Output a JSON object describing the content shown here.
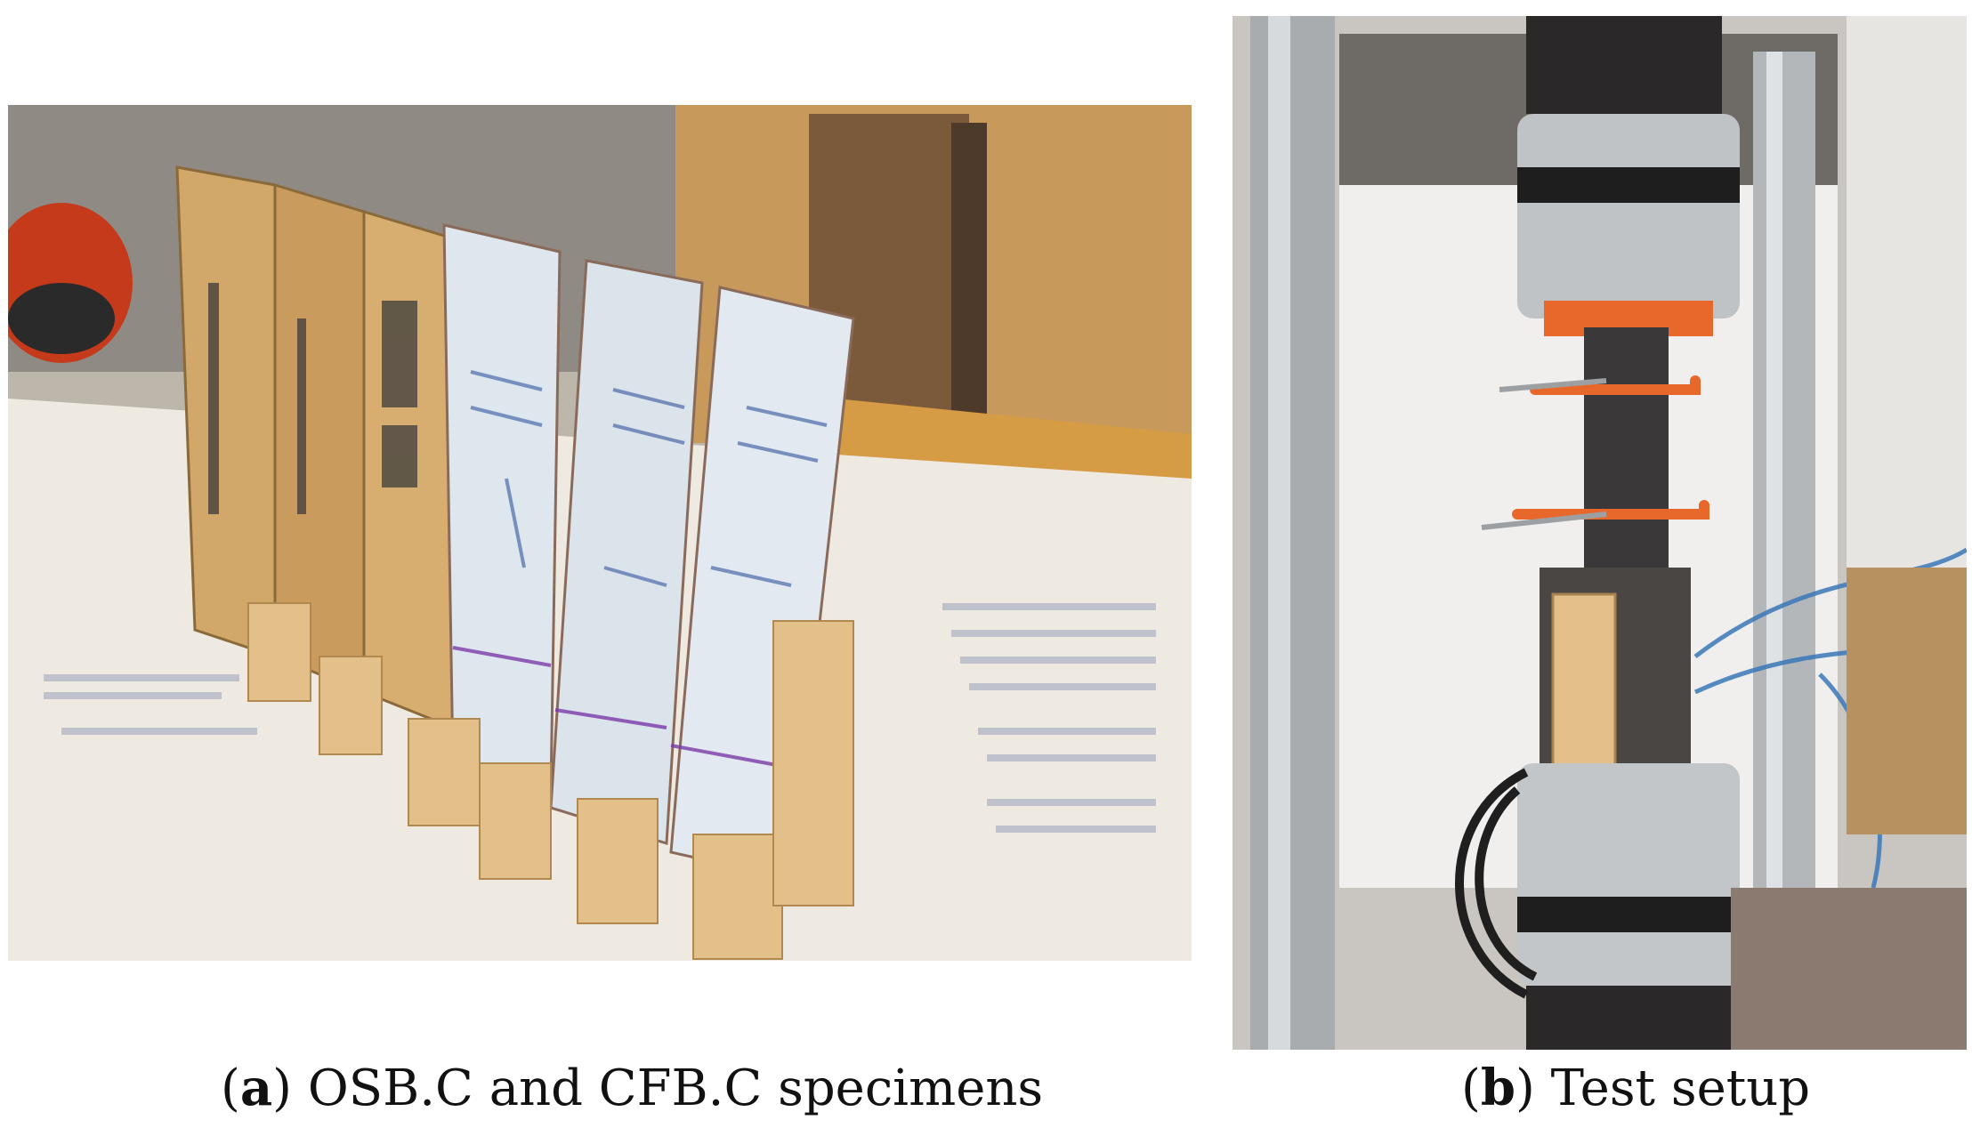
{
  "figure": {
    "panels": [
      {
        "id": "a",
        "label_letter": "a",
        "caption_text": "OSB.C and CFB.C specimens",
        "photo_description_icon": "photo-specimens"
      },
      {
        "id": "b",
        "label_letter": "b",
        "caption_text": "Test setup",
        "photo_description_icon": "photo-test-setup"
      }
    ]
  },
  "colors": {
    "osb": "#d2a86a",
    "cfb_face": "#dfe7ee",
    "wood_block": "#e3c08a",
    "steel": "#bfc3c6",
    "clamp_orange": "#e8682b",
    "backdrop": "#f0efed"
  }
}
